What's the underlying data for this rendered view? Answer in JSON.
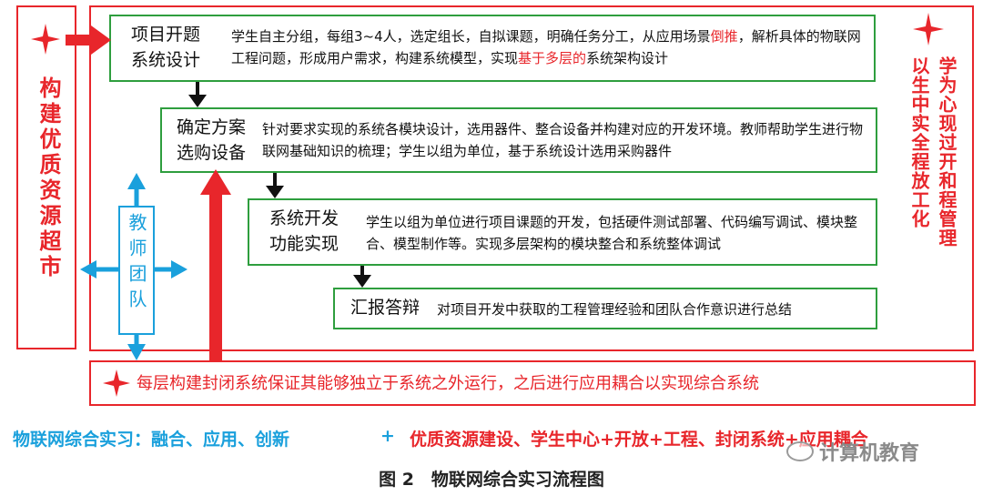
{
  "left_column": {
    "text": "构建优质资源超市"
  },
  "right_column": {
    "col1": "以生中实全程放工化",
    "col2": "学为心现过开和程管理"
  },
  "teacher_team": {
    "text": "教师团队"
  },
  "steps": [
    {
      "title_line1": "项目开题",
      "title_line2": "系统设计",
      "desc_a": "学生自主分组，每组3~4人，选定组长，自拟课题，明确任务分工，从应用场景",
      "desc_red1": "倒推",
      "desc_b": "，解析具体的物联网工程问题，形成用户需求，构建系统模型，实现",
      "desc_red2": "基于多层的",
      "desc_c": "系统架构设计"
    },
    {
      "title_line1": "确定方案",
      "title_line2": "选购设备",
      "desc": "针对要求实现的系统各模块设计，选用器件、整合设备并构建对应的开发环境。教师帮助学生进行物联网基础知识的梳理；学生以组为单位，基于系统设计选用采购器件"
    },
    {
      "title_line1": "系统开发",
      "title_line2": "功能实现",
      "desc": "学生以组为单位进行项目课题的开发，包括硬件测试部署、代码编写调试、模块整合、模型制作等。实现多层架构的模块整合和系统整体调试"
    },
    {
      "title_line1": "汇报答辩",
      "title_line2": "",
      "desc": "对项目开发中获取的工程管理经验和团队合作意识进行总结"
    }
  ],
  "bottom_box": {
    "text": "每层构建封闭系统保证其能够独立于系统之外运行，之后进行应用耦合以实现综合系统"
  },
  "footer": {
    "left": "物联网综合实习：融合、应用、创新",
    "plus": "+",
    "right": "优质资源建设、学生中心+开放+工程、封闭系统+应用耦合"
  },
  "watermark": "计算机教育",
  "caption": "图 2　物联网综合实习流程图",
  "colors": {
    "red": "#e8262b",
    "green": "#2e9e3e",
    "cyan": "#1aa0dc",
    "black": "#111111"
  }
}
